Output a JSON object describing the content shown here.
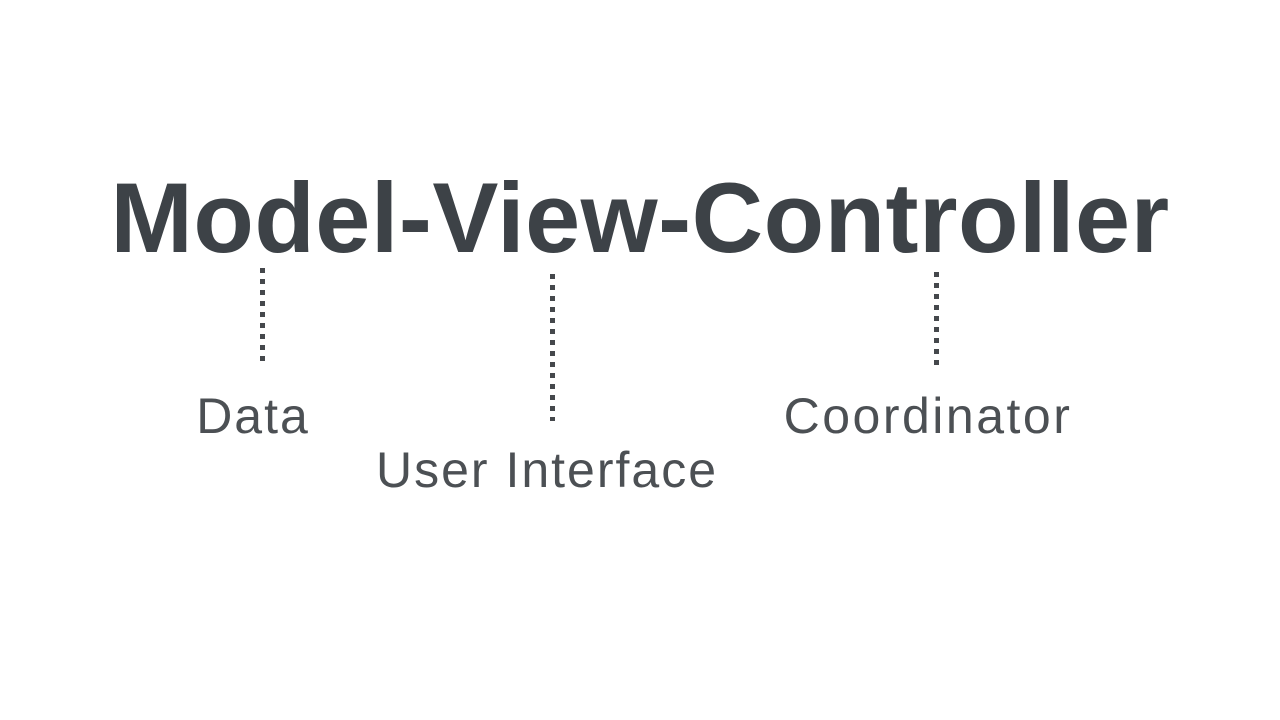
{
  "canvas": {
    "background_color": "#ffffff",
    "title_color": "#3d4247",
    "label_color": "#4c5054",
    "connector_color": "#45484c",
    "connector_style": "vertical dotted line, 5px square dots with 6px gaps"
  },
  "title": {
    "text": "Model-View-Controller"
  },
  "annotations": [
    {
      "component": "Model",
      "label": "Data"
    },
    {
      "component": "View",
      "label": "User Interface"
    },
    {
      "component": "Controller",
      "label": "Coordinator"
    }
  ]
}
